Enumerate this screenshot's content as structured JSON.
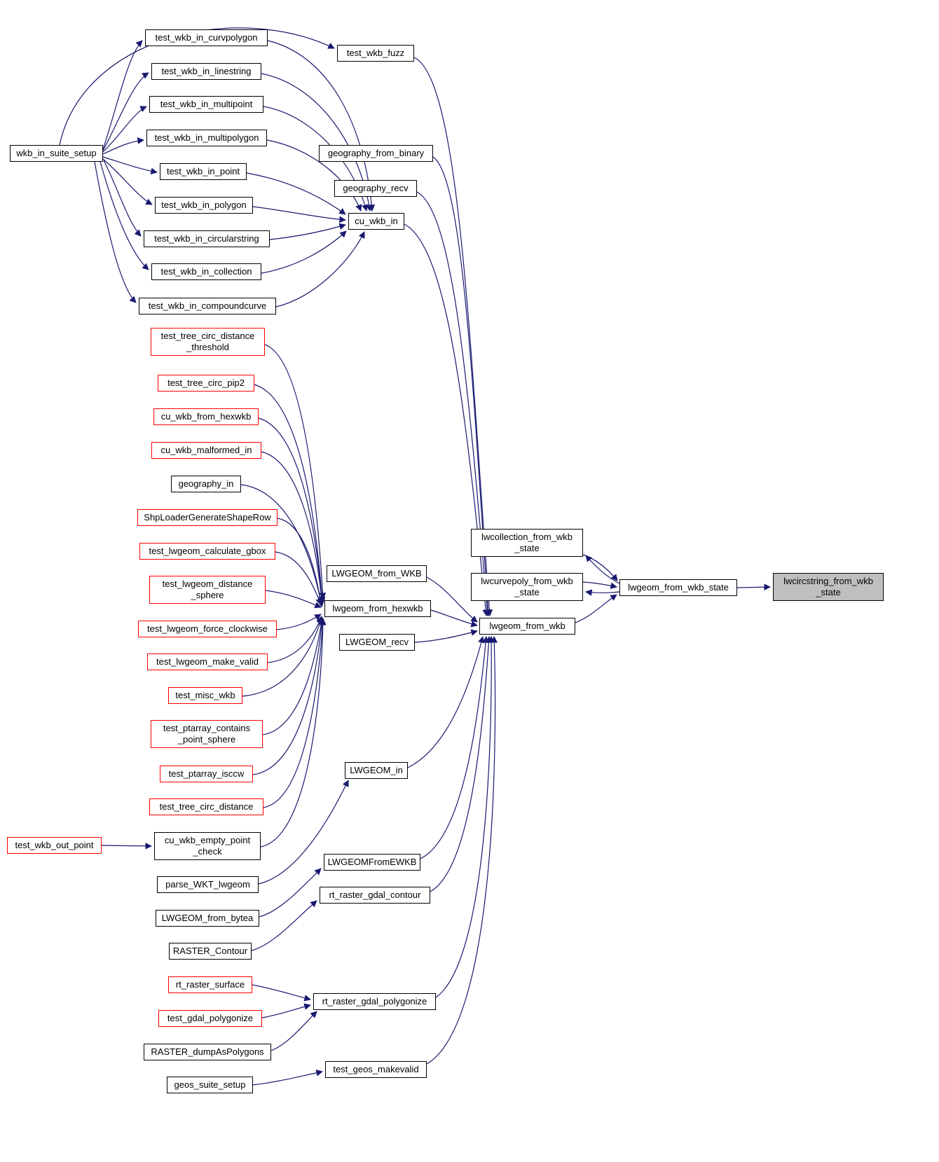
{
  "graph": {
    "target_function": "lwcircstring_from_wkb_state",
    "colors": {
      "edge": "#191970",
      "node_border": "#000000",
      "highlight_border": "#ff0000",
      "target_fill": "#bfbfbf",
      "background": "#ffffff"
    },
    "nodes": {
      "wkb_in_suite_setup": {
        "label": "wkb_in_suite_setup"
      },
      "test_wkb_in_curvpolygon": {
        "label": "test_wkb_in_curvpolygon"
      },
      "test_wkb_in_linestring": {
        "label": "test_wkb_in_linestring"
      },
      "test_wkb_in_multipoint": {
        "label": "test_wkb_in_multipoint"
      },
      "test_wkb_in_multipolygon": {
        "label": "test_wkb_in_multipolygon"
      },
      "test_wkb_in_point": {
        "label": "test_wkb_in_point"
      },
      "test_wkb_in_polygon": {
        "label": "test_wkb_in_polygon"
      },
      "test_wkb_in_circularstring": {
        "label": "test_wkb_in_circularstring"
      },
      "test_wkb_in_collection": {
        "label": "test_wkb_in_collection"
      },
      "test_wkb_in_compoundcurve": {
        "label": "test_wkb_in_compoundcurve"
      },
      "test_tree_circ_distance_threshold": {
        "label": "test_tree_circ_distance\n_threshold"
      },
      "test_tree_circ_pip2": {
        "label": "test_tree_circ_pip2"
      },
      "cu_wkb_from_hexwkb": {
        "label": "cu_wkb_from_hexwkb"
      },
      "cu_wkb_malformed_in": {
        "label": "cu_wkb_malformed_in"
      },
      "geography_in": {
        "label": "geography_in"
      },
      "ShpLoaderGenerateShapeRow": {
        "label": "ShpLoaderGenerateShapeRow"
      },
      "test_lwgeom_calculate_gbox": {
        "label": "test_lwgeom_calculate_gbox"
      },
      "test_lwgeom_distance_sphere": {
        "label": "test_lwgeom_distance\n_sphere"
      },
      "test_lwgeom_force_clockwise": {
        "label": "test_lwgeom_force_clockwise"
      },
      "test_lwgeom_make_valid": {
        "label": "test_lwgeom_make_valid"
      },
      "test_misc_wkb": {
        "label": "test_misc_wkb"
      },
      "test_ptarray_contains_point_sphere": {
        "label": "test_ptarray_contains\n_point_sphere"
      },
      "test_ptarray_isccw": {
        "label": "test_ptarray_isccw"
      },
      "test_tree_circ_distance": {
        "label": "test_tree_circ_distance"
      },
      "test_wkb_out_point": {
        "label": "test_wkb_out_point"
      },
      "cu_wkb_empty_point_check": {
        "label": "cu_wkb_empty_point\n_check"
      },
      "parse_WKT_lwgeom": {
        "label": "parse_WKT_lwgeom"
      },
      "LWGEOM_from_bytea": {
        "label": "LWGEOM_from_bytea"
      },
      "RASTER_Contour": {
        "label": "RASTER_Contour"
      },
      "rt_raster_surface": {
        "label": "rt_raster_surface"
      },
      "test_gdal_polygonize": {
        "label": "test_gdal_polygonize"
      },
      "RASTER_dumpAsPolygons": {
        "label": "RASTER_dumpAsPolygons"
      },
      "geos_suite_setup": {
        "label": "geos_suite_setup"
      },
      "test_wkb_fuzz": {
        "label": "test_wkb_fuzz"
      },
      "geography_from_binary": {
        "label": "geography_from_binary"
      },
      "geography_recv": {
        "label": "geography_recv"
      },
      "cu_wkb_in": {
        "label": "cu_wkb_in"
      },
      "LWGEOM_from_WKB": {
        "label": "LWGEOM_from_WKB"
      },
      "lwgeom_from_hexwkb": {
        "label": "lwgeom_from_hexwkb"
      },
      "LWGEOM_recv": {
        "label": "LWGEOM_recv"
      },
      "LWGEOM_in": {
        "label": "LWGEOM_in"
      },
      "LWGEOMFromEWKB": {
        "label": "LWGEOMFromEWKB"
      },
      "rt_raster_gdal_contour": {
        "label": "rt_raster_gdal_contour"
      },
      "rt_raster_gdal_polygonize": {
        "label": "rt_raster_gdal_polygonize"
      },
      "test_geos_makevalid": {
        "label": "test_geos_makevalid"
      },
      "lwcollection_from_wkb_state": {
        "label": "lwcollection_from_wkb\n_state"
      },
      "lwcurvepoly_from_wkb_state": {
        "label": "lwcurvepoly_from_wkb\n_state"
      },
      "lwgeom_from_wkb": {
        "label": "lwgeom_from_wkb"
      },
      "lwgeom_from_wkb_state": {
        "label": "lwgeom_from_wkb_state"
      },
      "lwcircstring_from_wkb_state": {
        "label": "lwcircstring_from_wkb\n_state"
      }
    }
  }
}
